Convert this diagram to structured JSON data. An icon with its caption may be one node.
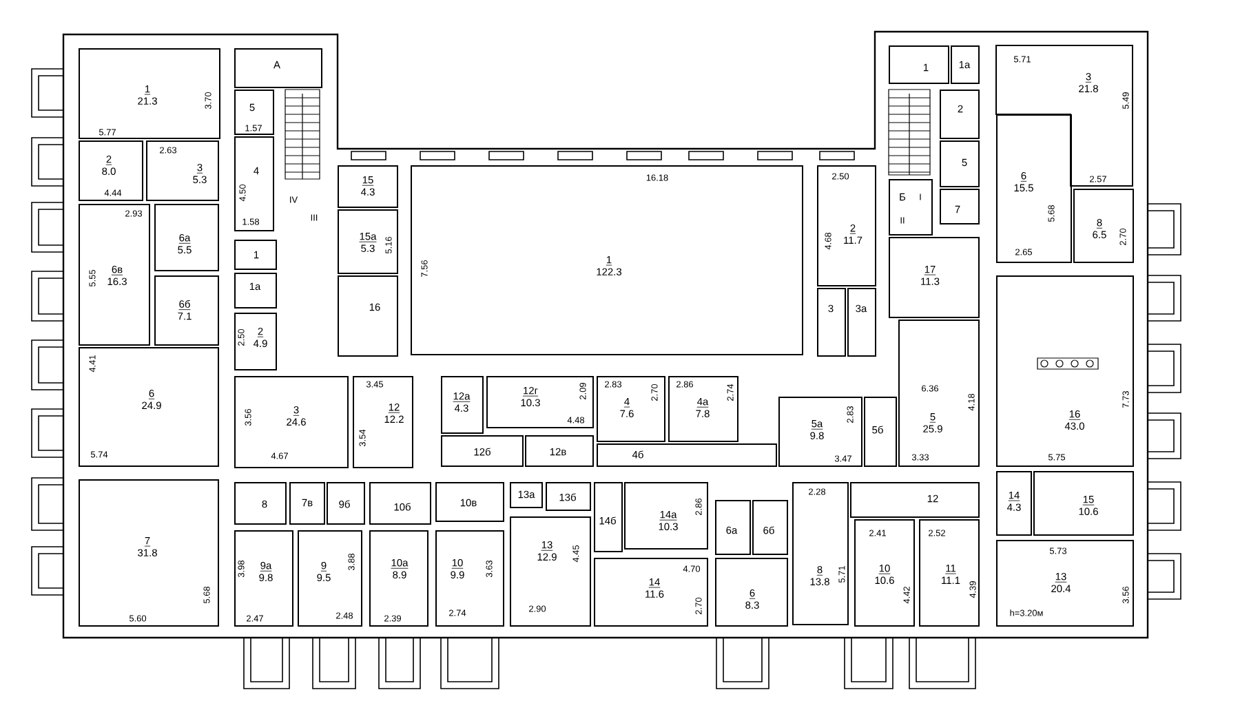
{
  "diagram": {
    "nodes": [
      {
        "text": [
          "А"
        ]
      },
      {
        "text": [
          "5"
        ]
      },
      {
        "text": [
          "1",
          "21.3"
        ]
      },
      {
        "text": [
          "2",
          "8.0"
        ]
      },
      {
        "text": [
          "3",
          "5.3"
        ]
      },
      {
        "text": [
          "4"
        ]
      },
      {
        "text": [
          "6в",
          "16.3"
        ]
      },
      {
        "text": [
          "6а",
          "5.5"
        ]
      },
      {
        "text": [
          "6б",
          "7.1"
        ]
      },
      {
        "text": [
          "1"
        ]
      },
      {
        "text": [
          "1а"
        ]
      },
      {
        "text": [
          "2",
          "4.9"
        ]
      },
      {
        "text": [
          "15",
          "4.3"
        ]
      },
      {
        "text": [
          "15а",
          "5.3"
        ]
      },
      {
        "text": [
          "16"
        ]
      },
      {
        "text": [
          "1",
          "122.3"
        ]
      },
      {
        "text": [
          "2",
          "11.7"
        ]
      },
      {
        "text": [
          "3"
        ]
      },
      {
        "text": [
          "3а"
        ]
      },
      {
        "text": [
          "1"
        ]
      },
      {
        "text": [
          "1а"
        ]
      },
      {
        "text": [
          "2"
        ]
      },
      {
        "text": [
          "5"
        ]
      },
      {
        "text": [
          "7"
        ]
      },
      {
        "text": [
          "Б"
        ]
      },
      {
        "text": [
          "3",
          "21.8"
        ]
      },
      {
        "text": [
          "6",
          "15.5"
        ]
      },
      {
        "text": [
          "8",
          "6.5"
        ]
      },
      {
        "text": [
          "17",
          "11.3"
        ]
      },
      {
        "text": [
          "16",
          "43.0"
        ]
      },
      {
        "text": [
          "3",
          "24.6"
        ]
      },
      {
        "text": [
          "12",
          "12.2"
        ]
      },
      {
        "text": [
          "12а",
          "4.3"
        ]
      },
      {
        "text": [
          "12г",
          "10.3"
        ]
      },
      {
        "text": [
          "4",
          "7.6"
        ]
      },
      {
        "text": [
          "4а",
          "7.8"
        ]
      },
      {
        "text": [
          "12б"
        ]
      },
      {
        "text": [
          "12в"
        ]
      },
      {
        "text": [
          "4б"
        ]
      },
      {
        "text": [
          "5а",
          "9.8"
        ]
      },
      {
        "text": [
          "5б"
        ]
      },
      {
        "text": [
          "5",
          "25.9"
        ]
      },
      {
        "text": [
          "8"
        ]
      },
      {
        "text": [
          "7в"
        ]
      },
      {
        "text": [
          "9б"
        ]
      },
      {
        "text": [
          "10б"
        ]
      },
      {
        "text": [
          "10в"
        ]
      },
      {
        "text": [
          "13а"
        ]
      },
      {
        "text": [
          "13б"
        ]
      },
      {
        "text": [
          "14б"
        ]
      },
      {
        "text": [
          "14а",
          "10.3"
        ]
      },
      {
        "text": [
          "6а"
        ]
      },
      {
        "text": [
          "6б"
        ]
      },
      {
        "text": [
          "8",
          "13.8"
        ]
      },
      {
        "text": [
          "12"
        ]
      },
      {
        "text": [
          "14",
          "4.3"
        ]
      },
      {
        "text": [
          "15",
          "10.6"
        ]
      },
      {
        "text": [
          "9а",
          "9.8"
        ]
      },
      {
        "text": [
          "9",
          "9.5"
        ]
      },
      {
        "text": [
          "10а",
          "8.9"
        ]
      },
      {
        "text": [
          "10",
          "9.9"
        ]
      },
      {
        "text": [
          "13",
          "12.9"
        ]
      },
      {
        "text": [
          "14",
          "11.6"
        ]
      },
      {
        "text": [
          "6",
          "8.3"
        ]
      },
      {
        "text": [
          "10",
          "10.6"
        ]
      },
      {
        "text": [
          "11",
          "11.1"
        ]
      },
      {
        "text": [
          "13",
          "20.4"
        ]
      },
      {
        "text": [
          "6",
          "24.9"
        ]
      },
      {
        "text": [
          "7",
          "31.8"
        ]
      }
    ],
    "labels": [
      "3.70",
      "5.77",
      "1.57",
      "2.63",
      "4.44",
      "4.50",
      "IV",
      "2.93",
      "1.58",
      "III",
      "5.55",
      "5.16",
      "2.50",
      "4.41",
      "5.74",
      "5.68",
      "5.60",
      "3.56",
      "4.67",
      "3.45",
      "3.54",
      "2.09",
      "4.48",
      "2.83",
      "2.70",
      "2.86",
      "2.74",
      "3.98",
      "2.47",
      "3.88",
      "2.48",
      "2.39",
      "3.63",
      "2.74",
      "4.45",
      "2.90",
      "2.86",
      "4.70",
      "2.70",
      "2.28",
      "5.71",
      "16.18",
      "7.56",
      "2.50",
      "4.68",
      "I",
      "II",
      "5.71",
      "5.49",
      "2.57",
      "5.68",
      "2.65",
      "2.70",
      "6.36",
      "4.18",
      "2.83",
      "3.47",
      "3.33",
      "7.73",
      "5.75",
      "2.41",
      "2.52",
      "4.42",
      "4.39",
      "5.73",
      "3.56",
      "h=3.20м"
    ]
  }
}
